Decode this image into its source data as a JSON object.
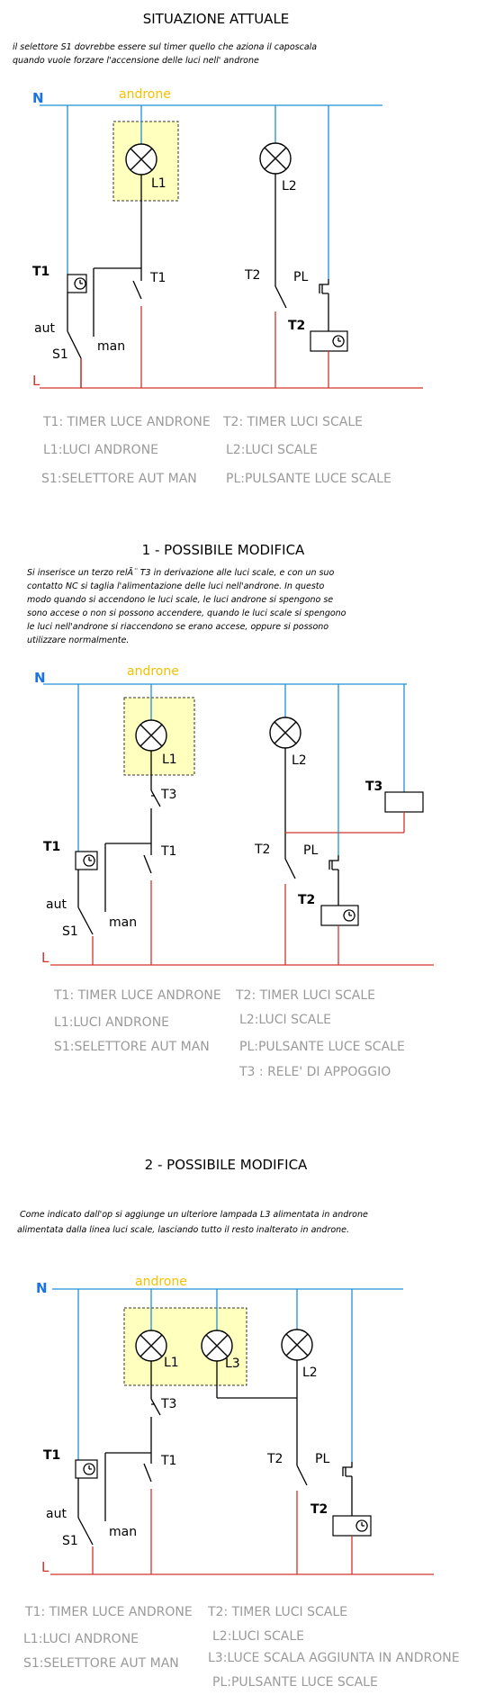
{
  "section1": {
    "title": "SITUAZIONE ATTUALE",
    "desc": [
      "il selettore S1 dovrebbe essere sul timer quello che aziona il caposcala",
      "quando vuole forzare l'accensione delle luci nell' androne"
    ],
    "labels": {
      "N": "N",
      "L": "L",
      "androne": "androne",
      "L1": "L1",
      "L2": "L2",
      "T1a": "T1",
      "T1b": "T1",
      "T2a": "T2",
      "T2b": "T2",
      "PL": "PL",
      "aut": "aut",
      "man": "man",
      "S1": "S1"
    },
    "legend": [
      "T1: TIMER LUCE ANDRONE",
      "T2: TIMER LUCI SCALE",
      "L1:LUCI ANDRONE",
      "L2:LUCI SCALE",
      "S1:SELETTORE AUT MAN",
      "PL:PULSANTE LUCE SCALE"
    ]
  },
  "section2": {
    "title": "1 - POSSIBILE MODIFICA",
    "desc": [
      "Si inserisce un terzo relÃ¨ T3 in derivazione alle luci scale, e con un suo",
      "contatto NC si taglia l'alimentazione delle luci nell'androne. In questo",
      "modo quando si accendono le luci scale, le luci androne si spengono se",
      "sono accese o non si possono accendere, quando le luci scale si spengono",
      "le luci nell'androne si riaccendono se erano accese, oppure si possono",
      "utilizzare normalmente."
    ],
    "labels": {
      "N": "N",
      "L": "L",
      "androne": "androne",
      "L1": "L1",
      "L2": "L2",
      "T3a": "T3",
      "T3b": "T3",
      "T1a": "T1",
      "T1b": "T1",
      "T2a": "T2",
      "T2b": "T2",
      "PL": "PL",
      "aut": "aut",
      "man": "man",
      "S1": "S1"
    },
    "legend": [
      "T1: TIMER LUCE ANDRONE",
      "T2: TIMER LUCI SCALE",
      "L1:LUCI ANDRONE",
      "L2:LUCI SCALE",
      "S1:SELETTORE AUT MAN",
      "PL:PULSANTE LUCE SCALE",
      "T3 : RELE' DI APPOGGIO"
    ]
  },
  "section3": {
    "title": "2 - POSSIBILE MODIFICA",
    "desc": [
      "Come indicato dall'op si aggiunge un ulteriore lampada L3 alimentata in androne",
      "alimentata dalla linea luci scale, lasciando tutto il resto inalterato in androne."
    ],
    "labels": {
      "N": "N",
      "L": "L",
      "androne": "androne",
      "L1": "L1",
      "L2": "L2",
      "L3": "L3",
      "T3": "T3",
      "T1a": "T1",
      "T1b": "T1",
      "T2a": "T2",
      "T2b": "T2",
      "PL": "PL",
      "aut": "aut",
      "man": "man",
      "S1": "S1"
    },
    "legend": [
      "T1: TIMER LUCE ANDRONE",
      "T2: TIMER LUCI SCALE",
      "L1:LUCI ANDRONE",
      "L2:LUCI SCALE",
      "S1:SELETTORE AUT MAN",
      "L3:LUCE SCALA AGGIUNTA IN ANDRONE",
      "PL:PULSANTE LUCE SCALE"
    ]
  },
  "colors": {
    "neutral": "#1f8fd6",
    "phase": "#d2342a",
    "androne_area": "#ffffbe",
    "androne_label": "#f5c000",
    "legend_text": "#9a9a9a"
  }
}
